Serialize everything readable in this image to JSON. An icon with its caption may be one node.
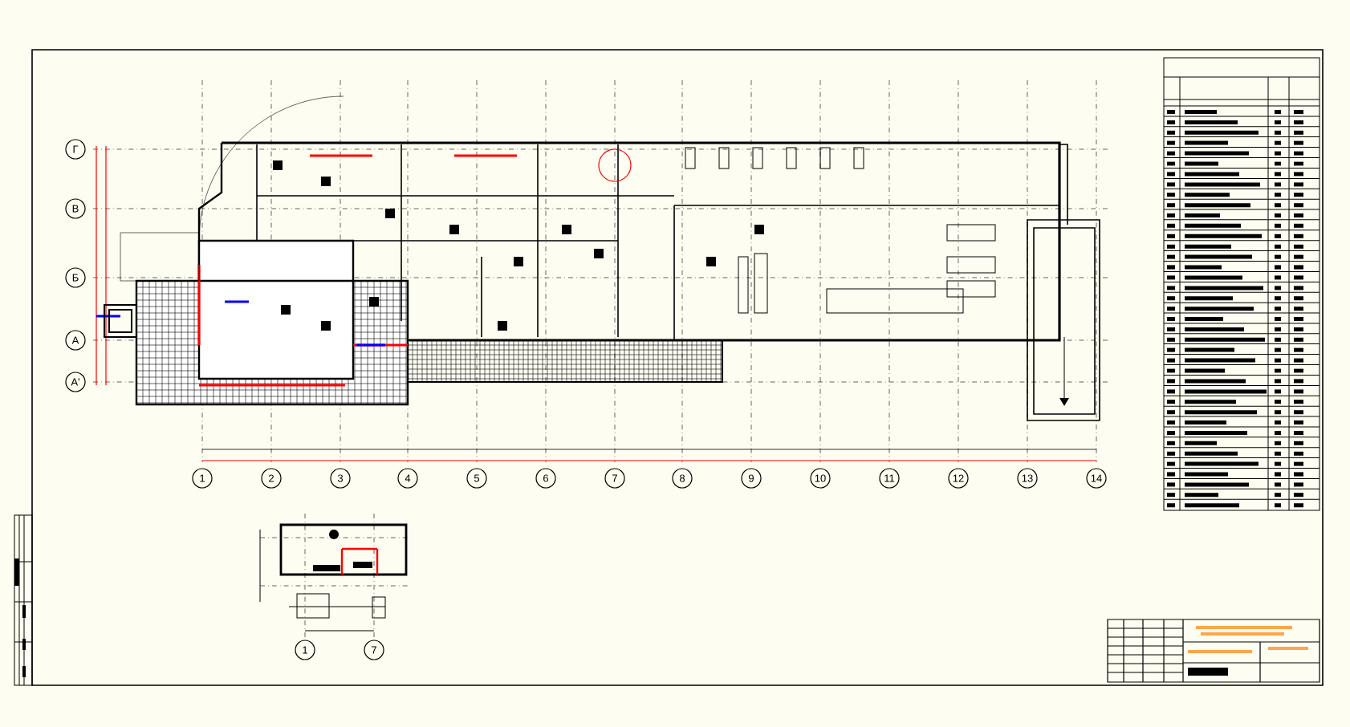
{
  "diagram": {
    "labels": [
      "Г",
      "В",
      "Б",
      "А",
      "А'",
      "1",
      "2",
      "3",
      "4",
      "5",
      "6",
      "7",
      "8",
      "9",
      "10",
      "11",
      "12",
      "13",
      "14",
      "1",
      "7"
    ]
  }
}
